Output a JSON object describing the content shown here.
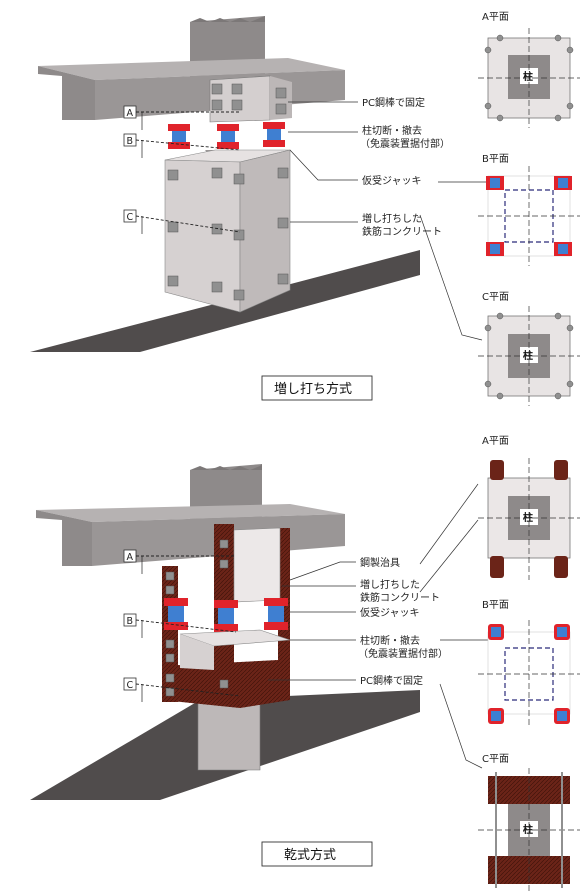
{
  "colors": {
    "concrete": "#d4cfcf",
    "concrete_dark": "#8e8a8a",
    "slab": "#9a9696",
    "ground": "#504c4c",
    "jack_red": "#e0232b",
    "jack_blue": "#3f7fd1",
    "steel_jig": "#6b2418",
    "bolt": "#909090",
    "dash_navy": "#2b2b7a"
  },
  "top": {
    "title": "増し打ち方式",
    "markers": {
      "a": "A",
      "b": "B",
      "c": "C"
    },
    "callouts": {
      "pc_bar": "PC鋼棒で固定",
      "cut_line1": "柱切断・撤去",
      "cut_line2": "（免震装置据付部）",
      "jack": "仮受ジャッキ",
      "concrete_line1": "増し打ちした",
      "concrete_line2": "鉄筋コンクリート"
    },
    "planA": {
      "label": "A平面",
      "column": "柱"
    },
    "planB": {
      "label": "B平面"
    },
    "planC": {
      "label": "C平面",
      "column": "柱"
    }
  },
  "bottom": {
    "title": "乾式方式",
    "markers": {
      "a": "A",
      "b": "B",
      "c": "C"
    },
    "callouts": {
      "steel_jig": "鋼製治具",
      "concrete_line1": "増し打ちした",
      "concrete_line2": "鉄筋コンクリート",
      "jack": "仮受ジャッキ",
      "cut_line1": "柱切断・撤去",
      "cut_line2": "（免震装置据付部）",
      "pc_bar": "PC鋼棒で固定"
    },
    "planA": {
      "label": "A平面",
      "column": "柱"
    },
    "planB": {
      "label": "B平面"
    },
    "planC": {
      "label": "C平面",
      "column": "柱"
    }
  }
}
